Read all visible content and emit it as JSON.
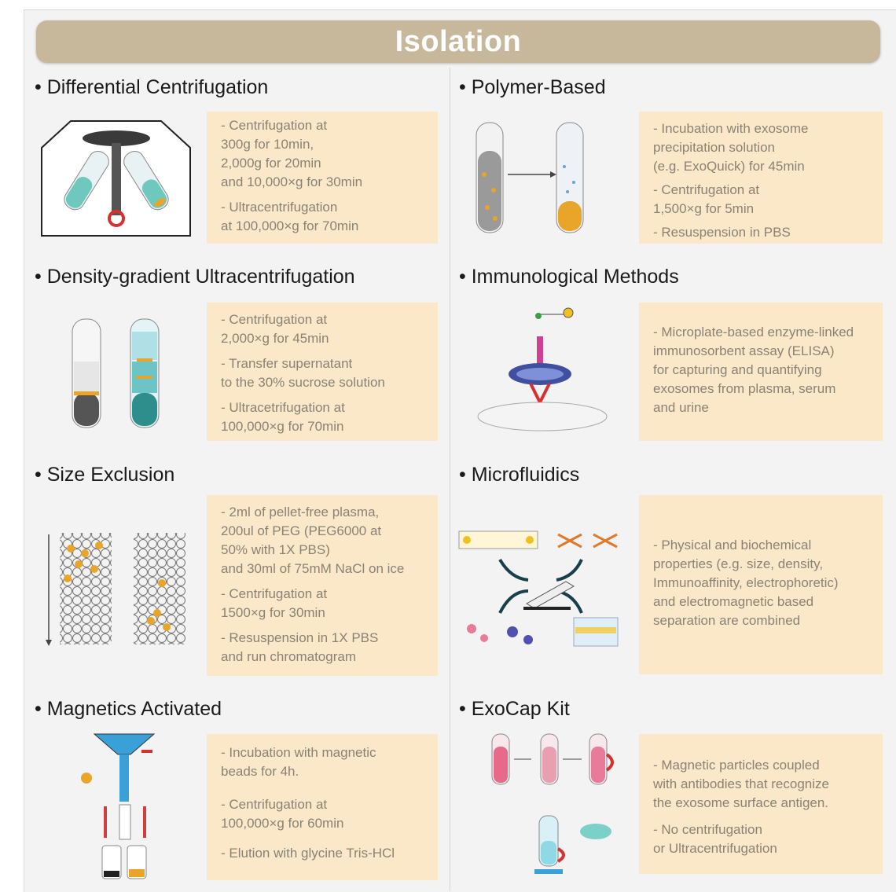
{
  "header": {
    "title": "Isolation"
  },
  "sections": {
    "differential": {
      "title": "• Differential Centrifugation",
      "steps": [
        "- Centrifugation at",
        "300g for 10min,",
        "2,000g for 20min",
        "and 10,000×g for 30min",
        "- Ultracentrifugation",
        "at 100,000×g for 70min"
      ]
    },
    "polymer": {
      "title": "• Polymer-Based",
      "steps": [
        "- Incubation with exosome",
        "precipitation solution",
        "(e.g. ExoQuick) for 45min",
        "- Centrifugation at",
        "1,500×g for 5min",
        "- Resuspension in PBS"
      ]
    },
    "density": {
      "title": "• Density-gradient Ultracentrifugation",
      "steps": [
        "- Centrifugation at",
        "2,000×g for 45min",
        "- Transfer supernatant",
        "to the 30% sucrose solution",
        "- Ultracetrifugation at",
        "100,000×g for 70min"
      ]
    },
    "immuno": {
      "title": "• Immunological Methods",
      "steps": [
        "- Microplate-based enzyme-linked",
        "immunosorbent assay (ELISA)",
        "for capturing and quantifying",
        "exosomes from plasma, serum",
        "and urine"
      ]
    },
    "size": {
      "title": "• Size Exclusion",
      "steps": [
        "- 2ml of pellet-free plasma,",
        "200ul of PEG (PEG6000 at",
        "50% with 1X PBS)",
        "and 30ml of 75mM NaCl on ice",
        "- Centrifugation at",
        "1500×g for 30min",
        "- Resuspension in 1X PBS",
        "and run chromatogram"
      ]
    },
    "micro": {
      "title": "• Microfluidics",
      "steps": [
        "- Physical and biochemical",
        "properties (e.g. size, density,",
        "Immunoaffinity, electrophoretic)",
        "and electromagnetic based",
        "separation are combined"
      ]
    },
    "magnetic": {
      "title": "• Magnetics Activated",
      "steps": [
        "- Incubation with magnetic",
        "beads for 4h.",
        "- Centrifugation at",
        "100,000×g for 60min",
        "- Elution with glycine Tris-HCl"
      ]
    },
    "exocap": {
      "title": "• ExoCap Kit",
      "steps": [
        "- Magnetic particles coupled",
        "with antibodies that recognize",
        "the exosome surface antigen.",
        "- No centrifugation",
        "or Ultracentrifugation"
      ]
    }
  },
  "colors": {
    "banner": "#c7b79b",
    "box": "#fbe8c8",
    "panel": "#f3f3f3",
    "accent_orange": "#e8a52a",
    "accent_teal": "#3fb7b0"
  }
}
